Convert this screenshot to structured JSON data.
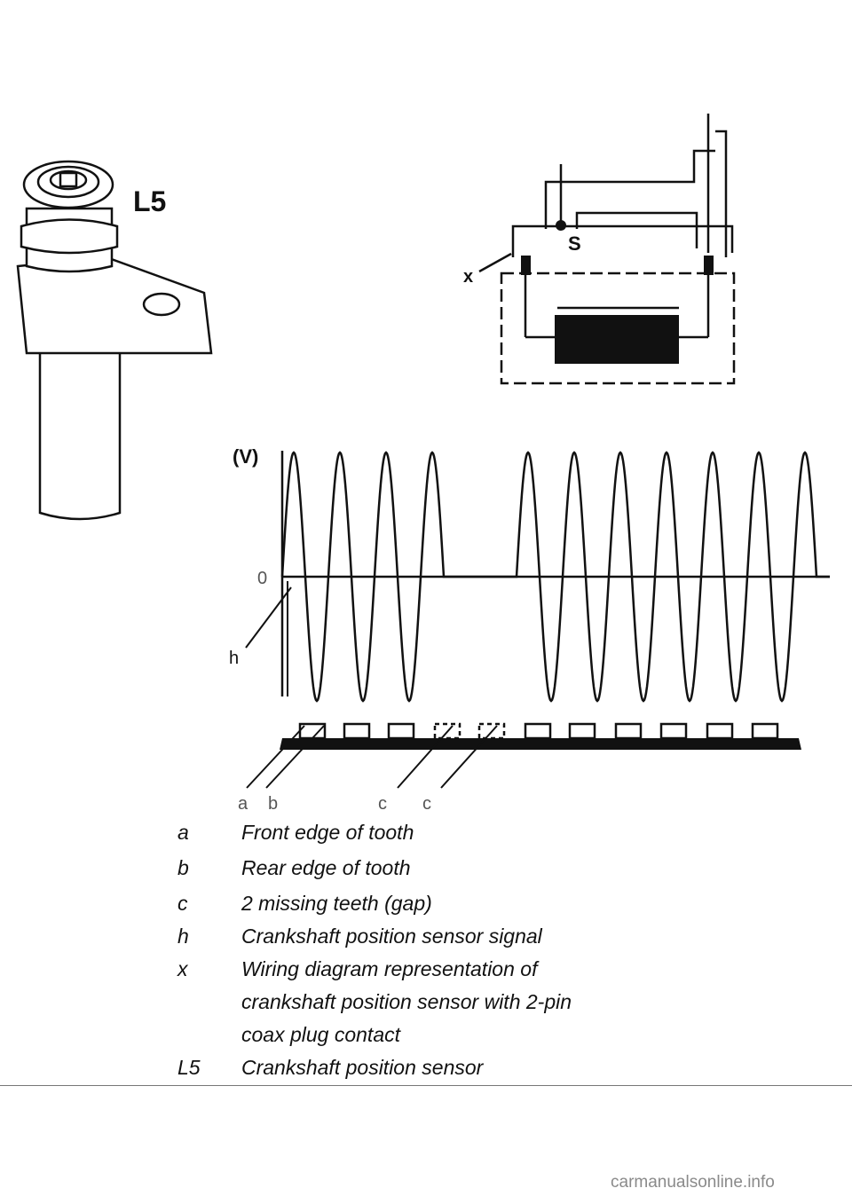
{
  "figure": {
    "sensor_label": "L5",
    "switch_label": "S",
    "wiring_label": "x",
    "axis_label": "(V)",
    "zero_label": "0",
    "signal_label": "h",
    "tooth_labels": [
      "a",
      "b",
      "c",
      "c"
    ]
  },
  "legend": [
    {
      "key": "a",
      "desc": "Front edge of tooth"
    },
    {
      "key": "b",
      "desc": "Rear edge of tooth"
    },
    {
      "key": "c",
      "desc": "2 missing teeth (gap)"
    },
    {
      "key": "h",
      "desc": "Crankshaft position sensor signal"
    },
    {
      "key": "x",
      "desc": "Wiring diagram representation of"
    },
    {
      "key": "",
      "desc": "crankshaft position sensor with 2-pin"
    },
    {
      "key": "",
      "desc": "coax plug contact"
    },
    {
      "key": "L5",
      "desc": "Crankshaft position sensor"
    }
  ],
  "watermark": "carmanualsonline.info"
}
